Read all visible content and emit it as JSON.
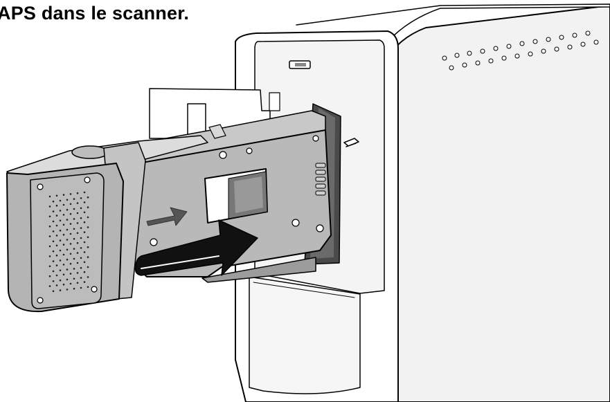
{
  "caption": "APS dans le scanner.",
  "colors": {
    "background": "#ffffff",
    "outline": "#000000",
    "panel_light": "#f2f2f2",
    "panel_mid": "#e4e4e4",
    "panel_gray": "#bdbdbd",
    "panel_dark": "#9a9a9a",
    "slot_dark": "#4a4a4a",
    "arrow_fill": "#111111",
    "arrow_gray": "#555555"
  },
  "icons": [
    "scanner-body",
    "film-adapter",
    "aps-cartridge",
    "insert-arrow",
    "direction-arrow"
  ]
}
